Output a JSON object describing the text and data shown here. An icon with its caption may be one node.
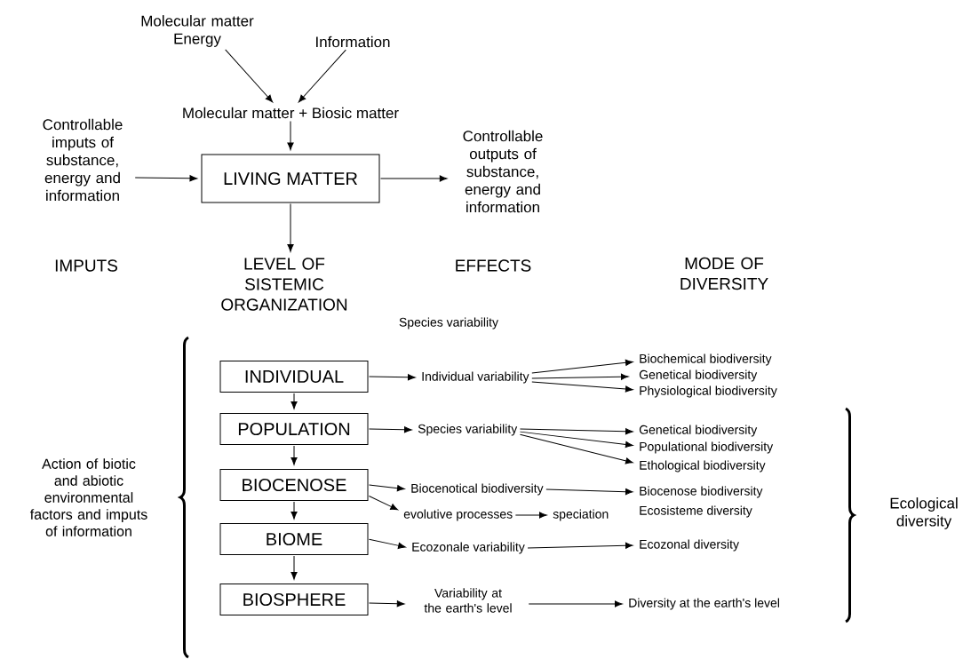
{
  "diagram": {
    "nodes": [
      {
        "text": [
          "Molecular matter",
          "Energy"
        ]
      },
      {
        "text": [
          "Information"
        ]
      },
      {
        "text": [
          "Molecular matter + Biosic matter"
        ]
      },
      {
        "text": [
          "Controllable imputs of substance, energy and information"
        ]
      },
      {
        "text": [
          "LIVING MATTER"
        ]
      },
      {
        "text": [
          "Controllable outputs of substance, energy and information"
        ]
      },
      {
        "text": [
          "LEVEL OF SISTEMIC ORGANIZATION"
        ]
      },
      {
        "text": [
          "INDIVIDUAL"
        ]
      },
      {
        "text": [
          "POPULATION"
        ]
      },
      {
        "text": [
          "BIOCENOSE"
        ]
      },
      {
        "text": [
          "BIOME"
        ]
      },
      {
        "text": [
          "BIOSPHERE"
        ]
      },
      {
        "text": [
          "Individual variability"
        ]
      },
      {
        "text": [
          "Species variability"
        ]
      },
      {
        "text": [
          "Biocenotical biodiversity"
        ]
      },
      {
        "text": [
          "evolutive processes"
        ]
      },
      {
        "text": [
          "speciation"
        ]
      },
      {
        "text": [
          "Ecozonale variability"
        ]
      },
      {
        "text": [
          "Variability at the earth's level"
        ]
      },
      {
        "text": [
          "Biochemical biodiversity"
        ]
      },
      {
        "text": [
          "Genetical biodiversity"
        ]
      },
      {
        "text": [
          "Physiological biodiversity"
        ]
      },
      {
        "text": [
          "Genetical biodiversity"
        ]
      },
      {
        "text": [
          "Populational biodiversity"
        ]
      },
      {
        "text": [
          "Ethological biodiversity"
        ]
      },
      {
        "text": [
          "Biocenose biodiversity"
        ]
      },
      {
        "text": [
          "Ecozonal diversity"
        ]
      },
      {
        "text": [
          "Diversity at the earth's level"
        ]
      }
    ],
    "edges": [
      {
        "from": 0,
        "to": 2,
        "arrow": "to"
      },
      {
        "from": 1,
        "to": 2,
        "arrow": "to"
      },
      {
        "from": 2,
        "to": 4,
        "arrow": "to"
      },
      {
        "from": 3,
        "to": 4,
        "arrow": "to"
      },
      {
        "from": 4,
        "to": 5,
        "arrow": "to"
      },
      {
        "from": 4,
        "to": 6,
        "arrow": "to"
      },
      {
        "from": 7,
        "to": 8,
        "arrow": "to"
      },
      {
        "from": 8,
        "to": 9,
        "arrow": "to"
      },
      {
        "from": 9,
        "to": 10,
        "arrow": "to"
      },
      {
        "from": 10,
        "to": 11,
        "arrow": "to"
      },
      {
        "from": 7,
        "to": 12,
        "arrow": "to"
      },
      {
        "from": 8,
        "to": 13,
        "arrow": "to"
      },
      {
        "from": 9,
        "to": 14,
        "arrow": "to"
      },
      {
        "from": 9,
        "to": 15,
        "arrow": "to"
      },
      {
        "from": 15,
        "to": 16,
        "arrow": "to"
      },
      {
        "from": 10,
        "to": 17,
        "arrow": "to"
      },
      {
        "from": 11,
        "to": 18,
        "arrow": "to"
      },
      {
        "from": 12,
        "to": 19,
        "arrow": "to"
      },
      {
        "from": 12,
        "to": 20,
        "arrow": "to"
      },
      {
        "from": 12,
        "to": 21,
        "arrow": "to"
      },
      {
        "from": 13,
        "to": 22,
        "arrow": "to"
      },
      {
        "from": 13,
        "to": 23,
        "arrow": "to"
      },
      {
        "from": 13,
        "to": 24,
        "arrow": "to"
      },
      {
        "from": 14,
        "to": 25,
        "arrow": "to"
      },
      {
        "from": 17,
        "to": 26,
        "arrow": "to"
      },
      {
        "from": 18,
        "to": 27,
        "arrow": "to"
      }
    ],
    "labels": [
      "IMPUTS",
      "EFFECTS",
      "MODE OF DIVERSITY",
      "Species variability",
      "Action of biotic and abiotic environmental factors and imputs of information",
      "Ecosisteme diversity",
      "Ecological diversity"
    ]
  }
}
